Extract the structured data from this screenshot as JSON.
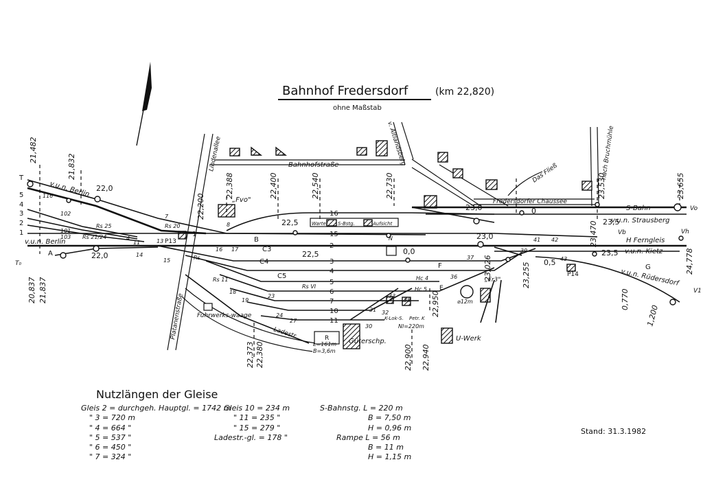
{
  "title": "Bahnhof Fredersdorf",
  "title_km": "(km 22,820)",
  "subtitle": "ohne Maßstab",
  "stand": "Stand: 31.3.1982",
  "streets": {
    "bahnhofstrasse": "Bahnhofstraße",
    "lindenallee": "Lindenallee",
    "platanenstrasse": "Platanenstraße",
    "v_altlandsberg": "v. Altlandsberg",
    "fredersdorfer_chaussee": "Fredersdorfer Chaussee",
    "nach_bruchmuehle": "nach Bruchmühle",
    "das_fliess": "Das Fließ",
    "ladestr": "Ladestr."
  },
  "destinations": {
    "vun_berlin_top": "v.u.n. Berlin",
    "vun_berlin_main": "v.u.n. Berlin",
    "sbahn": "S-Bahn",
    "vun_strausberg": "v.u.n. Strausberg",
    "h_ferngleis": "H Ferngleis",
    "vun_kietz": "v.u.n. Kietz",
    "vun_rudersdorf": "v.u.n. Rüdersdorf"
  },
  "km_marks": {
    "k21482": "21,482",
    "k21832": "21,832",
    "k22388": "22,388",
    "k22400": "22,400",
    "k22540": "22,540",
    "k22730": "22,730",
    "k22200": "22,200",
    "k23530": "23,530",
    "k23655": "23,655",
    "k23470": "23,470",
    "k24778": "24,778",
    "k20837": "20,837",
    "k21837": "21,837",
    "k22373": "22,373",
    "k22380": "22,380",
    "k22900": "22,900",
    "k22940": "22,940",
    "k22950": "22,950",
    "k23026": "23,026",
    "k23255": "23,255",
    "k0770": "0,770",
    "k1200": "1,200"
  },
  "values": {
    "v22_0a": "22,0",
    "v22_0b": "22,0",
    "v22_5a": "22,5",
    "v22_5b": "22,5",
    "v23_0a": "23,0",
    "v23_0b": "23,0",
    "v0_0": "0,0",
    "v0_5": "0,5",
    "v23_5a": "23,5",
    "v23_5b": "23,5",
    "v0": "0"
  },
  "tracks": [
    "16",
    "15",
    "1",
    "2",
    "3",
    "4",
    "5",
    "6",
    "7",
    "10",
    "11"
  ],
  "left_track_nums": [
    "T",
    "5",
    "4",
    "3",
    "2",
    "1"
  ],
  "switches": [
    "116",
    "102",
    "101",
    "103",
    "4",
    "11",
    "7",
    "8",
    "13",
    "14",
    "15",
    "16",
    "17",
    "18",
    "19",
    "23",
    "24",
    "27",
    "30",
    "31",
    "32",
    "33",
    "36",
    "37",
    "38",
    "39",
    "41",
    "42",
    "43"
  ],
  "labels": {
    "fvo": "„Fvo\"",
    "warter": "Warter",
    "s_bstg": "S-Bstg.",
    "aufsicht": "Aufsicht",
    "fuhrwerkswaage": "Fuhrwerks-waage",
    "gueterschp": "Güterschp.",
    "u_werk": "U-Werk",
    "k_lok_sch": "K-Lok-S.",
    "petr_k": "Petr. K",
    "nl_220": "Nl=220m",
    "l161": "L=161m",
    "b36": "B=3,6m",
    "r12": "⌀12m",
    "fr3": "„Fr3\"",
    "r": "R",
    "c3": "C3",
    "c4": "C4",
    "c5": "C5",
    "pt3": "P13",
    "p14": "P14",
    "rs25": "Rs 25",
    "rs2124": "Rs 21/24",
    "rs20": "Rs 20",
    "rs11": "Rs 11",
    "rsvi": "Rs VI",
    "rs": "Rs",
    "vb": "Vb",
    "vh": "Vh",
    "vo": "Vo",
    "a": "A",
    "b": "B",
    "f": "F",
    "g": "G",
    "e": "E",
    "hc4": "Hc 4",
    "hc5": "Hc 5",
    "v1": "V1",
    "to": "T₀",
    "n": "N"
  },
  "legend": {
    "heading": "Nutzlängen der Gleise",
    "col1": [
      "Gleis 2 = durchgeh. Hauptgl. = 1742 m",
      "\" 3 = 720 m",
      "\" 4 = 664 \"",
      "\" 5 = 537 \"",
      "\" 6 = 450 \"",
      "\" 7 = 324 \""
    ],
    "col2": [
      "Gleis 10 = 234 m",
      "\" 11 = 235 \"",
      "\" 15 = 279 \"",
      "Ladestr.-gl. = 178 \""
    ],
    "col3": [
      "S-Bahnstg. L = 220 m",
      "B = 7,50 m",
      "H = 0,96 m",
      "Rampe L = 56 m",
      "B = 11 m",
      "H = 1,15 m"
    ]
  }
}
